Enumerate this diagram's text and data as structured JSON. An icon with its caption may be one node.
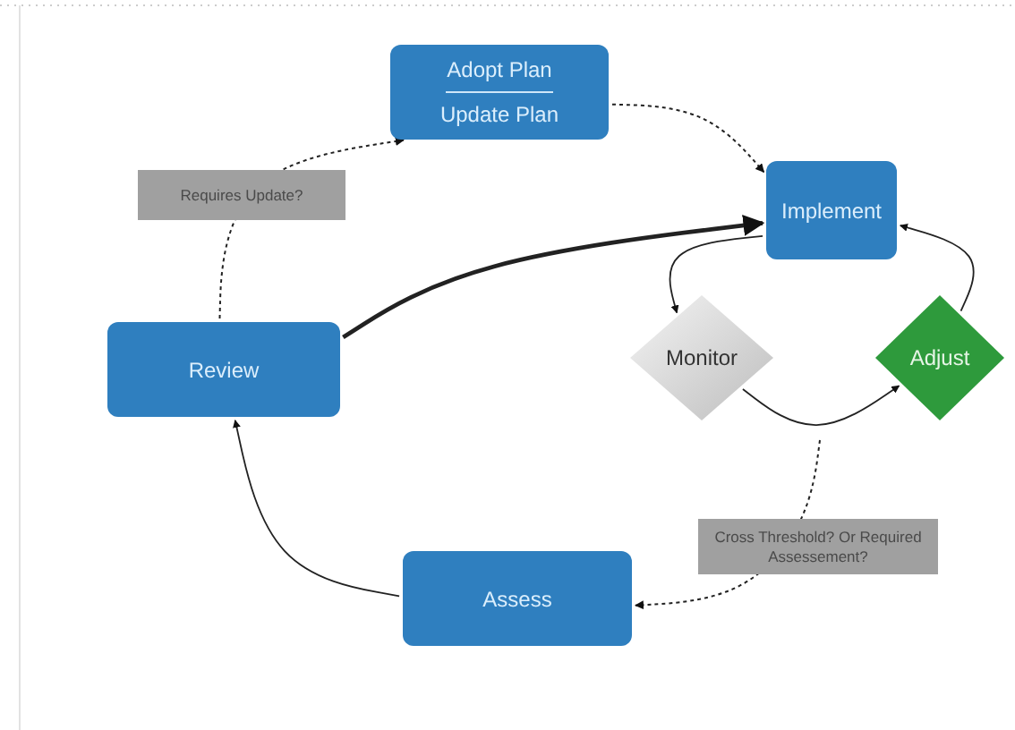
{
  "diagram": {
    "nodes": [
      {
        "text": [
          "Adopt Plan",
          "Update Plan"
        ]
      },
      {
        "text": [
          "Implement"
        ]
      },
      {
        "text": [
          "Monitor"
        ]
      },
      {
        "text": [
          "Adjust"
        ]
      },
      {
        "text": [
          "Review"
        ]
      },
      {
        "text": [
          "Assess"
        ]
      }
    ],
    "edges": [
      {
        "from": 4,
        "to": 0,
        "arrow": "to",
        "style": "dashed",
        "label": "Requires Update?"
      },
      {
        "from": 0,
        "to": 1,
        "arrow": "to",
        "style": "dashed"
      },
      {
        "from": 4,
        "to": 1,
        "arrow": "to",
        "style": "thick"
      },
      {
        "from": 1,
        "to": 2,
        "arrow": "to"
      },
      {
        "from": 2,
        "to": 3,
        "arrow": "to"
      },
      {
        "from": 3,
        "to": 1,
        "arrow": "to"
      },
      {
        "from": null,
        "to": 5,
        "arrow": "to",
        "style": "dashed",
        "label": "Cross Threshold? Or Required Assessement?"
      },
      {
        "from": 5,
        "to": 4,
        "arrow": "to"
      }
    ]
  }
}
